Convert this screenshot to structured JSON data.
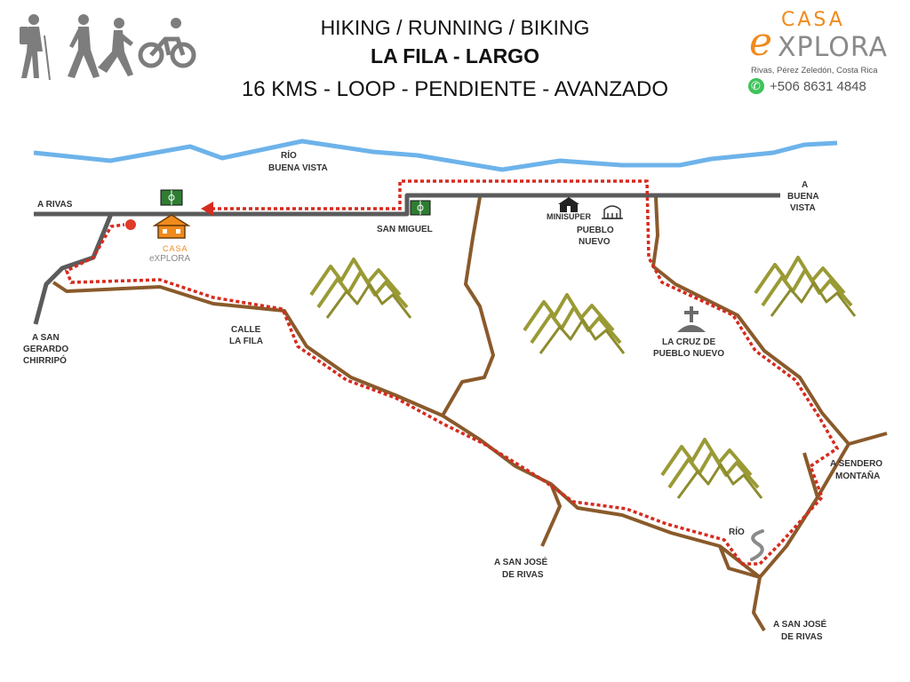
{
  "header": {
    "activities": "HIKING / RUNNING / BIKING",
    "route_name": "LA FILA - LARGO",
    "details": "16 KMS - LOOP - PENDIENTE - AVANZADO"
  },
  "brand": {
    "casa": "CASA",
    "e": "e",
    "xplora": "XPLORA",
    "location": "Rivas, Pérez Zeledón, Costa Rica",
    "phone": "+506 8631 4848"
  },
  "icons": [
    "hiker-icon",
    "walker-icon",
    "runner-icon",
    "cyclist-icon",
    "whatsapp-icon",
    "soccer-field-icon",
    "house-icon",
    "store-icon",
    "building-icon",
    "cross-icon",
    "river-icon",
    "mountain-icon"
  ],
  "labels": {
    "rio_buena_vista_1": "RÍO",
    "rio_buena_vista_2": "BUENA VISTA",
    "a_rivas": "A RIVAS",
    "a_buena_vista_1": "A",
    "a_buena_vista_2": "BUENA",
    "a_buena_vista_3": "VISTA",
    "casa_small": "CASA",
    "xplora_small": "eXPLORA",
    "san_miguel": "SAN MIGUEL",
    "minisuper": "MINISUPER",
    "pueblo_nuevo_1": "PUEBLO",
    "pueblo_nuevo_2": "NUEVO",
    "a_san_gerardo_1": "A SAN",
    "a_san_gerardo_2": "GERARDO",
    "a_san_gerardo_3": "CHIRRIPÓ",
    "calle_la_fila_1": "CALLE",
    "calle_la_fila_2": "LA FILA",
    "la_cruz_1": "LA CRUZ DE",
    "la_cruz_2": "PUEBLO NUEVO",
    "a_sendero_1": "A SENDERO",
    "a_sendero_2": "MONTAÑA",
    "rio": "RÍO",
    "a_san_jose_1a": "A SAN JOSÉ",
    "a_san_jose_1b": "DE RIVAS",
    "a_san_jose_2a": "A SAN JOSÉ",
    "a_san_jose_2b": "DE RIVAS"
  },
  "colors": {
    "river": "#6db3ea",
    "main_road": "#5b5b5b",
    "dirt_road": "#8a5a2b",
    "route": "#d62b1f",
    "mountains": "#9a9a35",
    "brand_orange": "#f08a1c",
    "field_green": "#2e7d32"
  }
}
